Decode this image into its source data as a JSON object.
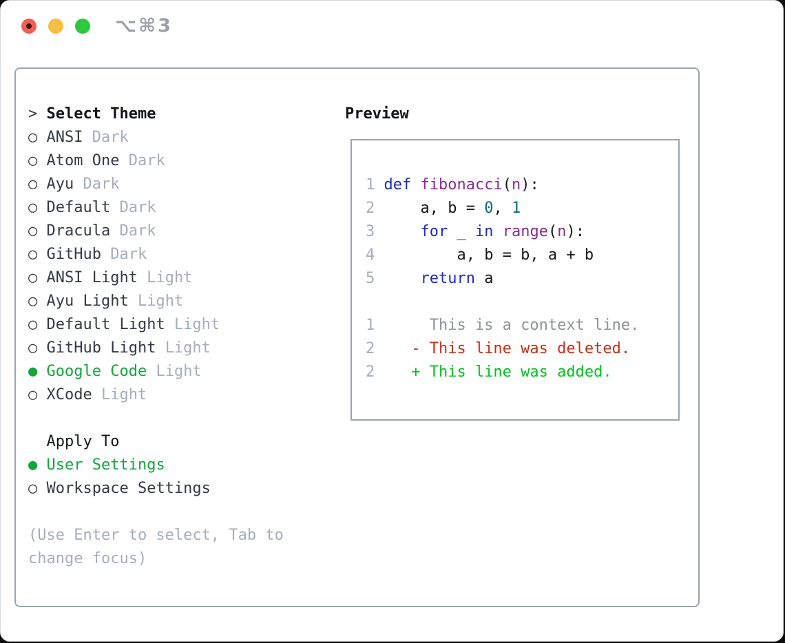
{
  "window": {
    "title": "⌥⌘3",
    "traffic_lights": [
      {
        "name": "close",
        "color": "#ee5f54"
      },
      {
        "name": "minimize",
        "color": "#f5bf45"
      },
      {
        "name": "zoom",
        "color": "#2cc840"
      }
    ]
  },
  "colors": {
    "tl-red": "#ee5f54",
    "tl-yellow": "#f5bf45",
    "tl-green": "#2cc840",
    "frame": "#9aa3ae",
    "header-ink": "#111418",
    "ink": "#343a41",
    "muted": "#a6aeba",
    "muted-dark": "#9aa0a6",
    "accent": "#14a53c",
    "code-ink": "#14171a",
    "kw": "#1e2bbd",
    "fn": "#8a2b93",
    "number": "#0a6b72",
    "context": "#8e939a",
    "deleted": "#c93018",
    "added": "#00c31e"
  },
  "theme_menu": {
    "header_prefix": ">",
    "header": "Select Theme",
    "radio_unselected": "○",
    "radio_selected": "●",
    "items": [
      {
        "name": "ANSI",
        "tag": "Dark",
        "selected": false
      },
      {
        "name": "Atom One",
        "tag": "Dark",
        "selected": false
      },
      {
        "name": "Ayu",
        "tag": "Dark",
        "selected": false
      },
      {
        "name": "Default",
        "tag": "Dark",
        "selected": false
      },
      {
        "name": "Dracula",
        "tag": "Dark",
        "selected": false
      },
      {
        "name": "GitHub",
        "tag": "Dark",
        "selected": false
      },
      {
        "name": "ANSI Light",
        "tag": "Light",
        "selected": false
      },
      {
        "name": "Ayu Light",
        "tag": "Light",
        "selected": false
      },
      {
        "name": "Default Light",
        "tag": "Light",
        "selected": false
      },
      {
        "name": "GitHub Light",
        "tag": "Light",
        "selected": false
      },
      {
        "name": "Google Code",
        "tag": "Light",
        "selected": true
      },
      {
        "name": "XCode",
        "tag": "Light",
        "selected": false
      }
    ]
  },
  "apply_to": {
    "header": "Apply To",
    "options": [
      {
        "name": "User Settings",
        "selected": true
      },
      {
        "name": "Workspace Settings",
        "selected": false
      }
    ]
  },
  "footer": {
    "lines": [
      "(Use Enter to select, Tab to",
      "change focus)"
    ]
  },
  "preview": {
    "header": "Preview",
    "lines": [
      {
        "num": "1",
        "tokens": [
          [
            " ",
            "plain"
          ],
          [
            "def",
            "kw"
          ],
          [
            " ",
            "plain"
          ],
          [
            "fibonacci",
            "fn"
          ],
          [
            "(",
            "plain"
          ],
          [
            "n",
            "fn"
          ],
          [
            "):",
            "plain"
          ]
        ]
      },
      {
        "num": "2",
        "tokens": [
          [
            "     a, b = ",
            "plain"
          ],
          [
            "0",
            "lit"
          ],
          [
            ", ",
            "plain"
          ],
          [
            "1",
            "lit"
          ]
        ]
      },
      {
        "num": "3",
        "tokens": [
          [
            "     ",
            "plain"
          ],
          [
            "for",
            "kw"
          ],
          [
            " _ ",
            "plain"
          ],
          [
            "in",
            "kw"
          ],
          [
            " ",
            "plain"
          ],
          [
            "range",
            "fn"
          ],
          [
            "(",
            "plain"
          ],
          [
            "n",
            "fn"
          ],
          [
            "):",
            "plain"
          ]
        ]
      },
      {
        "num": "4",
        "tokens": [
          [
            "         a, b = b, a + b",
            "plain"
          ]
        ]
      },
      {
        "num": "5",
        "tokens": [
          [
            "     ",
            "plain"
          ],
          [
            "return",
            "kw"
          ],
          [
            " a",
            "plain"
          ]
        ]
      },
      {
        "num": "",
        "tokens": []
      },
      {
        "num": "1",
        "tokens": [
          [
            "      This is a context line.",
            "ctx"
          ]
        ]
      },
      {
        "num": "2",
        "tokens": [
          [
            "    - This line was deleted.",
            "del"
          ]
        ]
      },
      {
        "num": "2",
        "tokens": [
          [
            "    + This line was added.",
            "add"
          ]
        ]
      }
    ]
  }
}
